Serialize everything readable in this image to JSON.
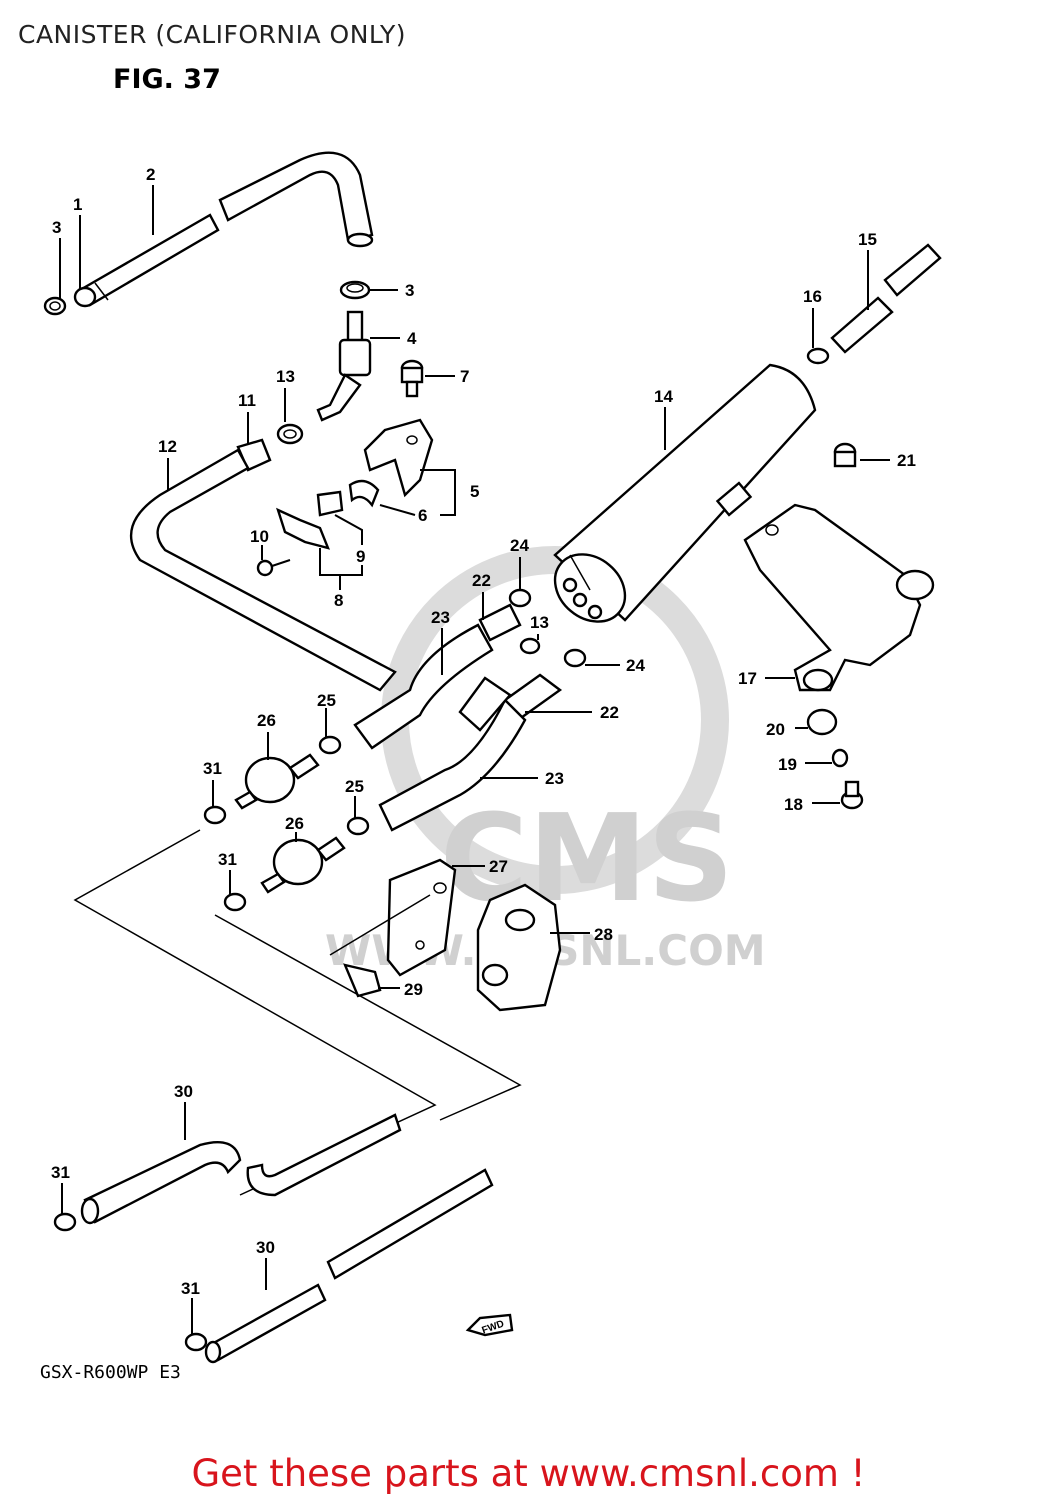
{
  "page_title": "CANISTER (CALIFORNIA ONLY)",
  "figure_label": "FIG. 37",
  "model_label": "GSX-R600WP E3",
  "cta_text": "Get these parts at www.cmsnl.com !",
  "watermark": {
    "brand": "CMS",
    "site": "WWW.CMSNL.COM"
  },
  "fwd_label": "FWD",
  "colors": {
    "cta": "#d8141c",
    "watermark": "#d0d0d0",
    "lines": "#000000"
  },
  "callouts": [
    {
      "id": "c3a",
      "text": "3"
    },
    {
      "id": "c1",
      "text": "1"
    },
    {
      "id": "c2",
      "text": "2"
    },
    {
      "id": "c3b",
      "text": "3"
    },
    {
      "id": "c4",
      "text": "4"
    },
    {
      "id": "c7",
      "text": "7"
    },
    {
      "id": "c13a",
      "text": "13"
    },
    {
      "id": "c11",
      "text": "11"
    },
    {
      "id": "c12",
      "text": "12"
    },
    {
      "id": "c5",
      "text": "5"
    },
    {
      "id": "c6",
      "text": "6"
    },
    {
      "id": "c10",
      "text": "10"
    },
    {
      "id": "c9",
      "text": "9"
    },
    {
      "id": "c8",
      "text": "8"
    },
    {
      "id": "c15",
      "text": "15"
    },
    {
      "id": "c16",
      "text": "16"
    },
    {
      "id": "c14",
      "text": "14"
    },
    {
      "id": "c21",
      "text": "21"
    },
    {
      "id": "c24a",
      "text": "24"
    },
    {
      "id": "c22a",
      "text": "22"
    },
    {
      "id": "c23a",
      "text": "23"
    },
    {
      "id": "c13b",
      "text": "13"
    },
    {
      "id": "c24b",
      "text": "24"
    },
    {
      "id": "c17",
      "text": "17"
    },
    {
      "id": "c22b",
      "text": "22"
    },
    {
      "id": "c20",
      "text": "20"
    },
    {
      "id": "c26a",
      "text": "26"
    },
    {
      "id": "c25a",
      "text": "25"
    },
    {
      "id": "c19",
      "text": "19"
    },
    {
      "id": "c31a",
      "text": "31"
    },
    {
      "id": "c23b",
      "text": "23"
    },
    {
      "id": "c25b",
      "text": "25"
    },
    {
      "id": "c18",
      "text": "18"
    },
    {
      "id": "c26b",
      "text": "26"
    },
    {
      "id": "c31b",
      "text": "31"
    },
    {
      "id": "c27",
      "text": "27"
    },
    {
      "id": "c28",
      "text": "28"
    },
    {
      "id": "c29",
      "text": "29"
    },
    {
      "id": "c30a",
      "text": "30"
    },
    {
      "id": "c31c",
      "text": "31"
    },
    {
      "id": "c30b",
      "text": "30"
    },
    {
      "id": "c31d",
      "text": "31"
    }
  ]
}
